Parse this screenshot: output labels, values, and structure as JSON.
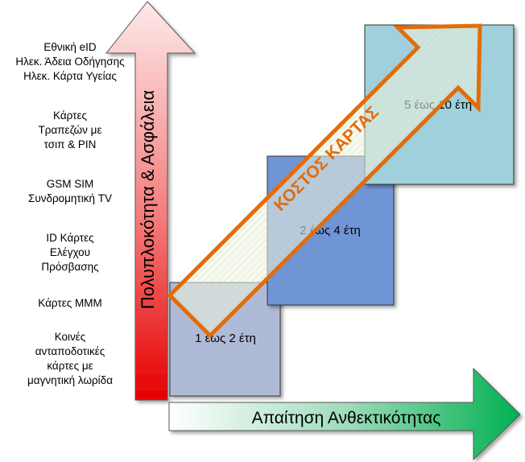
{
  "left_labels": [
    {
      "lines": [
        "Εθνική eID",
        "Ηλεκ. Άδεια Οδήγησης",
        "Ηλεκ. Κάρτα Υγείας"
      ]
    },
    {
      "lines": [
        "Κάρτες",
        "Τραπεζών με",
        "τσιπ & PIN"
      ]
    },
    {
      "lines": [
        "GSM SIM",
        "Συνδρομητική TV"
      ]
    },
    {
      "lines": [
        "ID Κάρτες",
        "Ελέγχου",
        "Πρόσβασης"
      ]
    },
    {
      "lines": [
        "Κάρτες MMM"
      ]
    },
    {
      "lines": [
        "Κοινές",
        "ανταποδοτικές",
        "κάρτες με",
        "μαγνητική λωρίδα"
      ]
    }
  ],
  "vertical_axis_label": "Πολυπλοκότητα & Ασφάλεια",
  "horizontal_axis_label": "Απαίτηση Ανθεκτικότητας",
  "boxes": [
    {
      "label": "1 έως 2 έτη"
    },
    {
      "label": "2 έως 4 έτη"
    },
    {
      "label": "5 έως 10 έτη"
    }
  ],
  "diagonal_arrow_label": "ΚΟΣΤΟΣ ΚΑΡΤΑΣ",
  "colors": {
    "vertical_arrow_top": "#fde9e9",
    "vertical_arrow_bottom": "#e60000",
    "horizontal_arrow_left": "#ffffff",
    "horizontal_arrow_right": "#00b050",
    "box_small": "#aebad6",
    "box_medium": "#6f95d6",
    "box_large": "#9fd0dc",
    "cost_arrow_outline": "#e36c0a",
    "cost_arrow_fill": "#eef3e2",
    "cost_arrow_text": "#e36c0a"
  }
}
